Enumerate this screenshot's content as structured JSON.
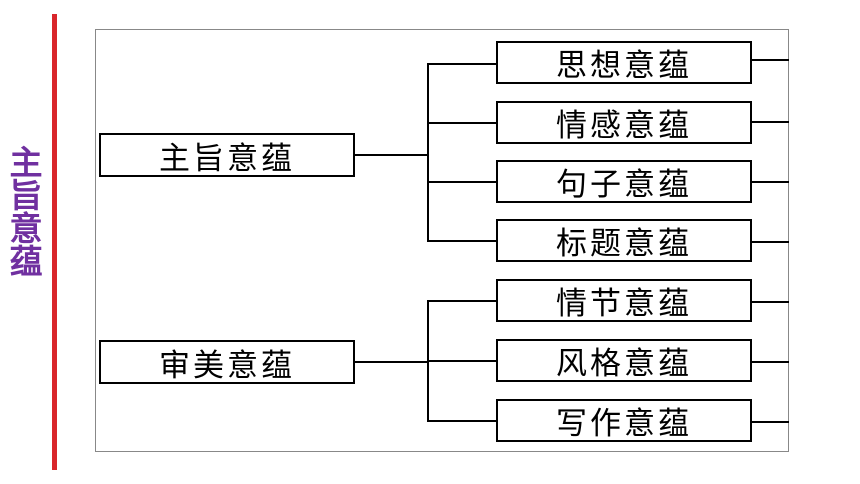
{
  "side_title": "主旨意蕴",
  "diagram": {
    "groups": [
      {
        "label": "主旨意蕴",
        "children": [
          "思想意蕴",
          "情感意蕴",
          "句子意蕴",
          "标题意蕴"
        ]
      },
      {
        "label": "审美意蕴",
        "children": [
          "情节意蕴",
          "风格意蕴",
          "写作意蕴"
        ]
      }
    ]
  },
  "colors": {
    "side_title": "#7030a0",
    "rule": "#d9262b",
    "lines": "#000000"
  }
}
